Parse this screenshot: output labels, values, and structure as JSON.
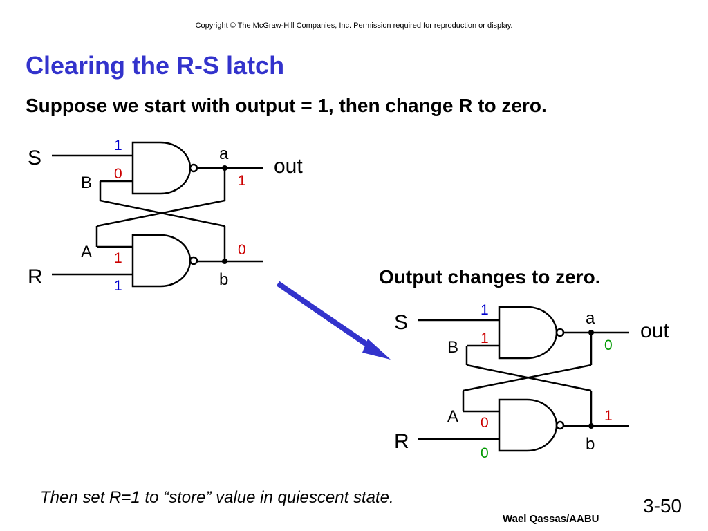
{
  "slide": {
    "copyright": "Copyright © The McGraw-Hill Companies, Inc.  Permission required for reproduction or display.",
    "title": "Clearing the R-S latch",
    "subtitle": "Suppose we start with output = 1, then change R to zero.",
    "caption2": "Output changes to zero.",
    "note": "Then set R=1 to “store” value in quiescent state.",
    "author": "Wael Qassas/AABU",
    "slide_number": "3-50"
  },
  "latch1": {
    "S": "S",
    "R": "R",
    "A": "A",
    "B": "B",
    "a": "a",
    "b": "b",
    "out": "out",
    "values": {
      "s_in": "1",
      "b_in": "0",
      "a_out": "1",
      "a_in": "1",
      "r_in": "1",
      "b_out": "0"
    }
  },
  "latch2": {
    "S": "S",
    "R": "R",
    "A": "A",
    "B": "B",
    "a": "a",
    "b": "b",
    "out": "out",
    "values": {
      "s_in": "1",
      "b_in": "1",
      "a_out": "0",
      "a_in": "0",
      "r_in": "0",
      "b_out": "1"
    }
  },
  "colors": {
    "title": "#3333cc",
    "value_blue": "#0000cc",
    "value_red": "#cc0000",
    "value_green": "#009900",
    "arrow": "#3333cc"
  }
}
